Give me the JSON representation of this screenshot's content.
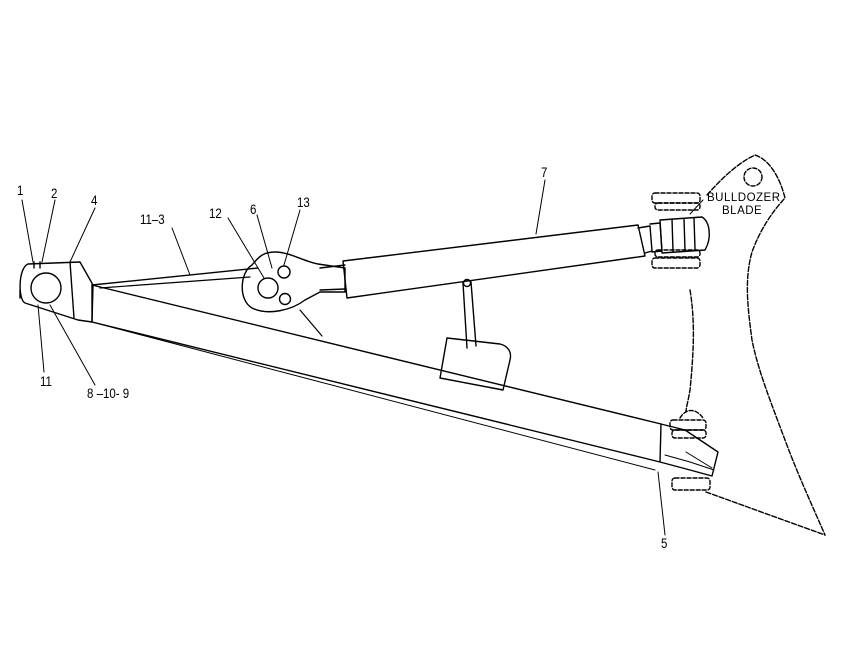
{
  "callouts": {
    "c1": "1",
    "c2": "2",
    "c4": "4",
    "c11_3": "11–3",
    "c12": "12",
    "c6": "6",
    "c13": "13",
    "c7": "7",
    "c11": "11",
    "c8_10_9": "8 –10- 9",
    "c5": "5"
  },
  "blade": {
    "line1": "BULLDOZER",
    "line2": "BLADE"
  },
  "colors": {
    "ink": "#000000",
    "paper": "#ffffff"
  }
}
